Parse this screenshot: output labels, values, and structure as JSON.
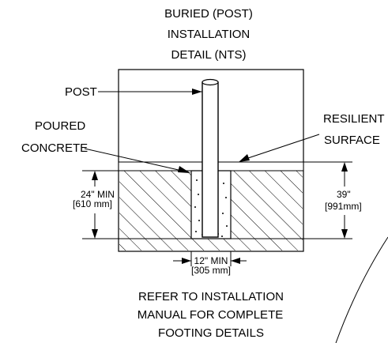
{
  "title": {
    "line1": "BURIED (POST)",
    "line2": "INSTALLATION",
    "line3": "DETAIL (NTS)"
  },
  "labels": {
    "post": "POST",
    "concrete_line1": "POURED",
    "concrete_line2": "CONCRETE",
    "surface_line1": "RESILIENT",
    "surface_line2": "SURFACE"
  },
  "dimensions": {
    "depth_min": "24\" MIN",
    "depth_min_metric": "[610 mm]",
    "depth_total": "39\"",
    "depth_total_metric": "[991mm]",
    "width_min": "12\" MIN",
    "width_min_metric": "[305 mm]"
  },
  "note": {
    "line1": "REFER TO INSTALLATION",
    "line2": "MANUAL FOR COMPLETE",
    "line3": "FOOTING DETAILS"
  }
}
